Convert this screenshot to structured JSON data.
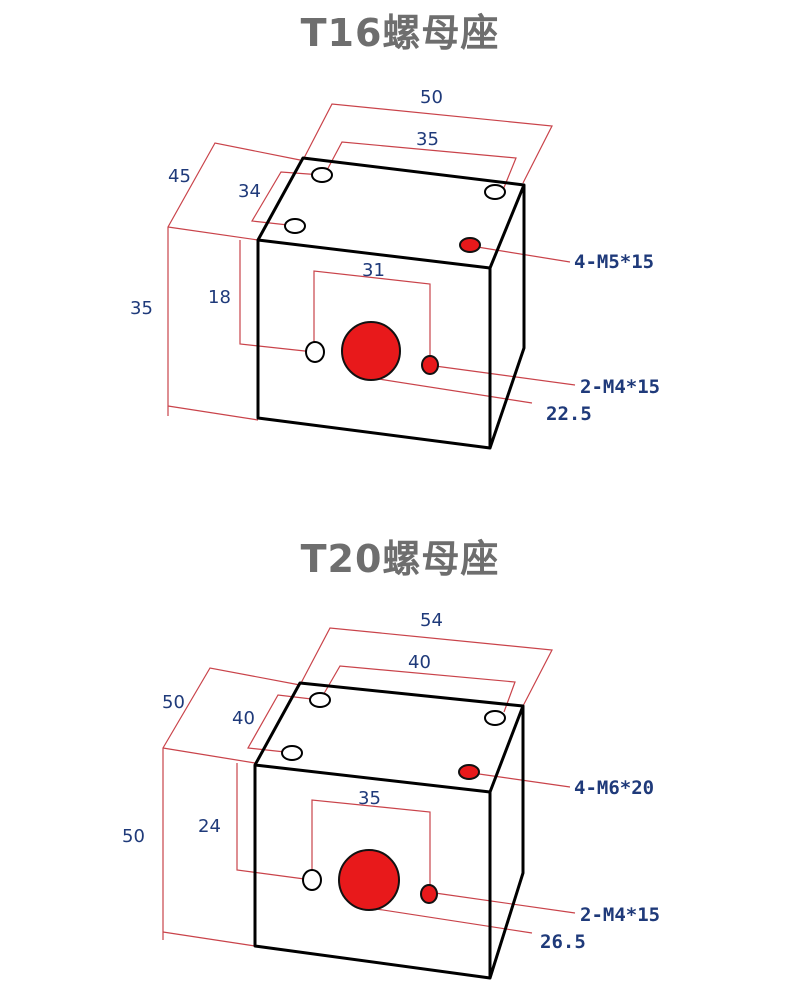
{
  "diagrams": [
    {
      "title": "T16螺母座",
      "dims": {
        "length_outer": "50",
        "hole_spacing_top": "35",
        "depth": "45",
        "hole_spacing_side": "34",
        "height": "35",
        "hole_height": "18",
        "front_spacing": "31",
        "bore": "22.5"
      },
      "specs": {
        "top_holes": "4-M5*15",
        "front_holes": "2-M4*15"
      }
    },
    {
      "title": "T20螺母座",
      "dims": {
        "length_outer": "54",
        "hole_spacing_top": "40",
        "depth": "50",
        "hole_spacing_side": "40",
        "height": "50",
        "hole_height": "24",
        "front_spacing": "35",
        "bore": "26.5"
      },
      "specs": {
        "top_holes": "4-M6*20",
        "front_holes": "2-M4*15"
      }
    }
  ],
  "colors": {
    "title": "#6e6e6e",
    "dimension_text": "#1f3a7a",
    "dimension_line": "#c9434a",
    "hole_fill": "#e8191b"
  }
}
